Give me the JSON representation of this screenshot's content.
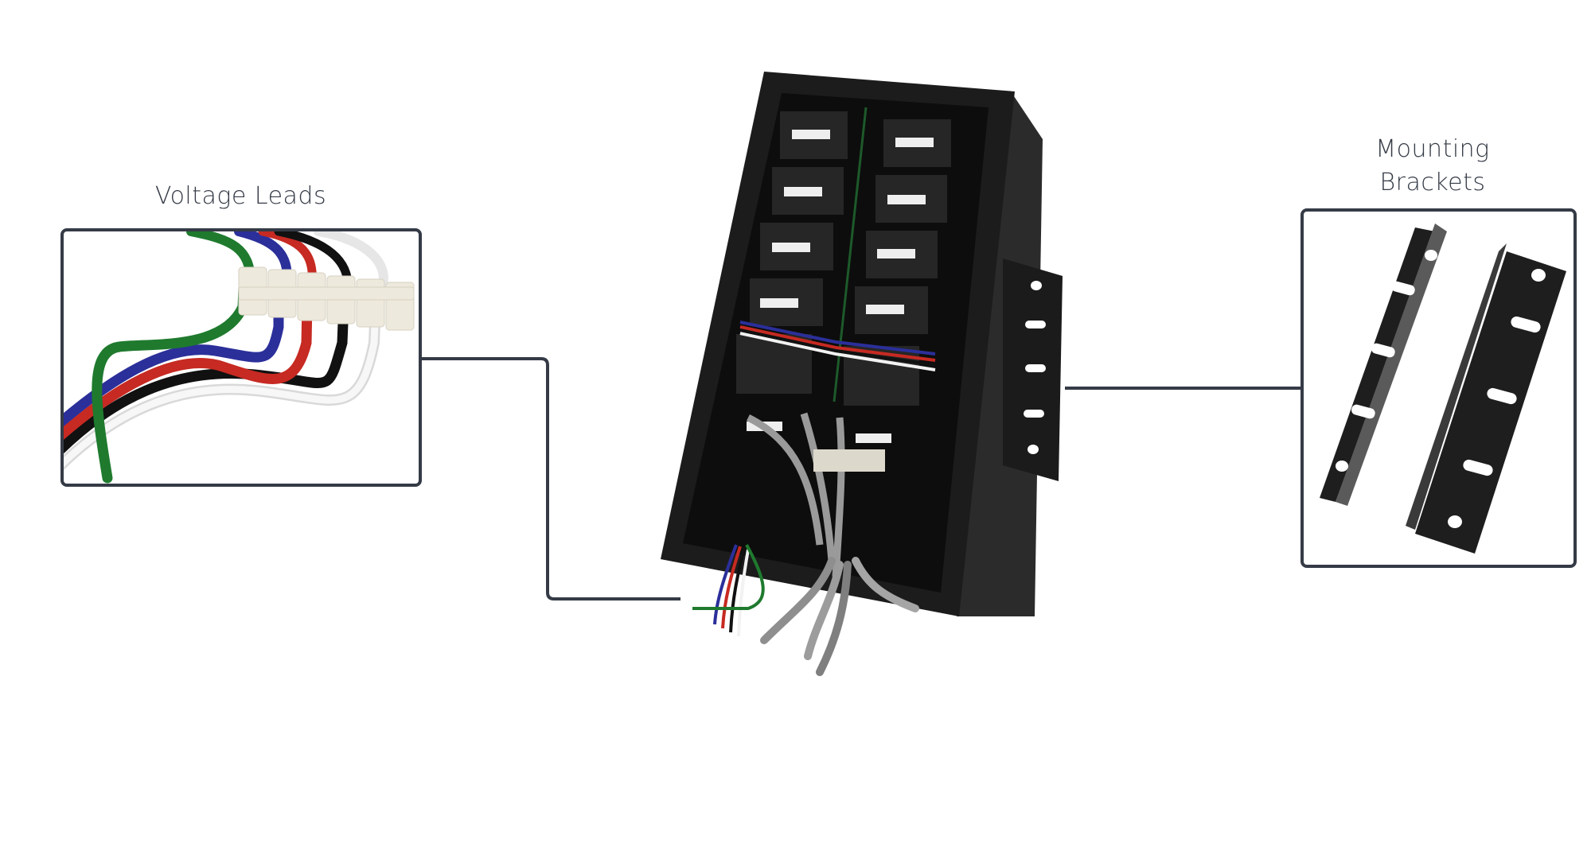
{
  "diagram": {
    "subject": "Electrical enclosure with modules and wiring",
    "callouts": [
      {
        "label": "Voltage Leads",
        "side": "left"
      },
      {
        "label_lines": [
          "Mounting",
          "Brackets"
        ],
        "side": "right"
      }
    ],
    "colors": {
      "outline": "#353b46",
      "label_text": "#353b46",
      "enclosure": "#1e1e1e",
      "wire_green": "#1f7a2e",
      "wire_blue": "#2b2f9a",
      "wire_red": "#c62a22",
      "wire_black": "#111111",
      "wire_white": "#f2f2f2",
      "terminal_block": "#ede9dc"
    }
  }
}
